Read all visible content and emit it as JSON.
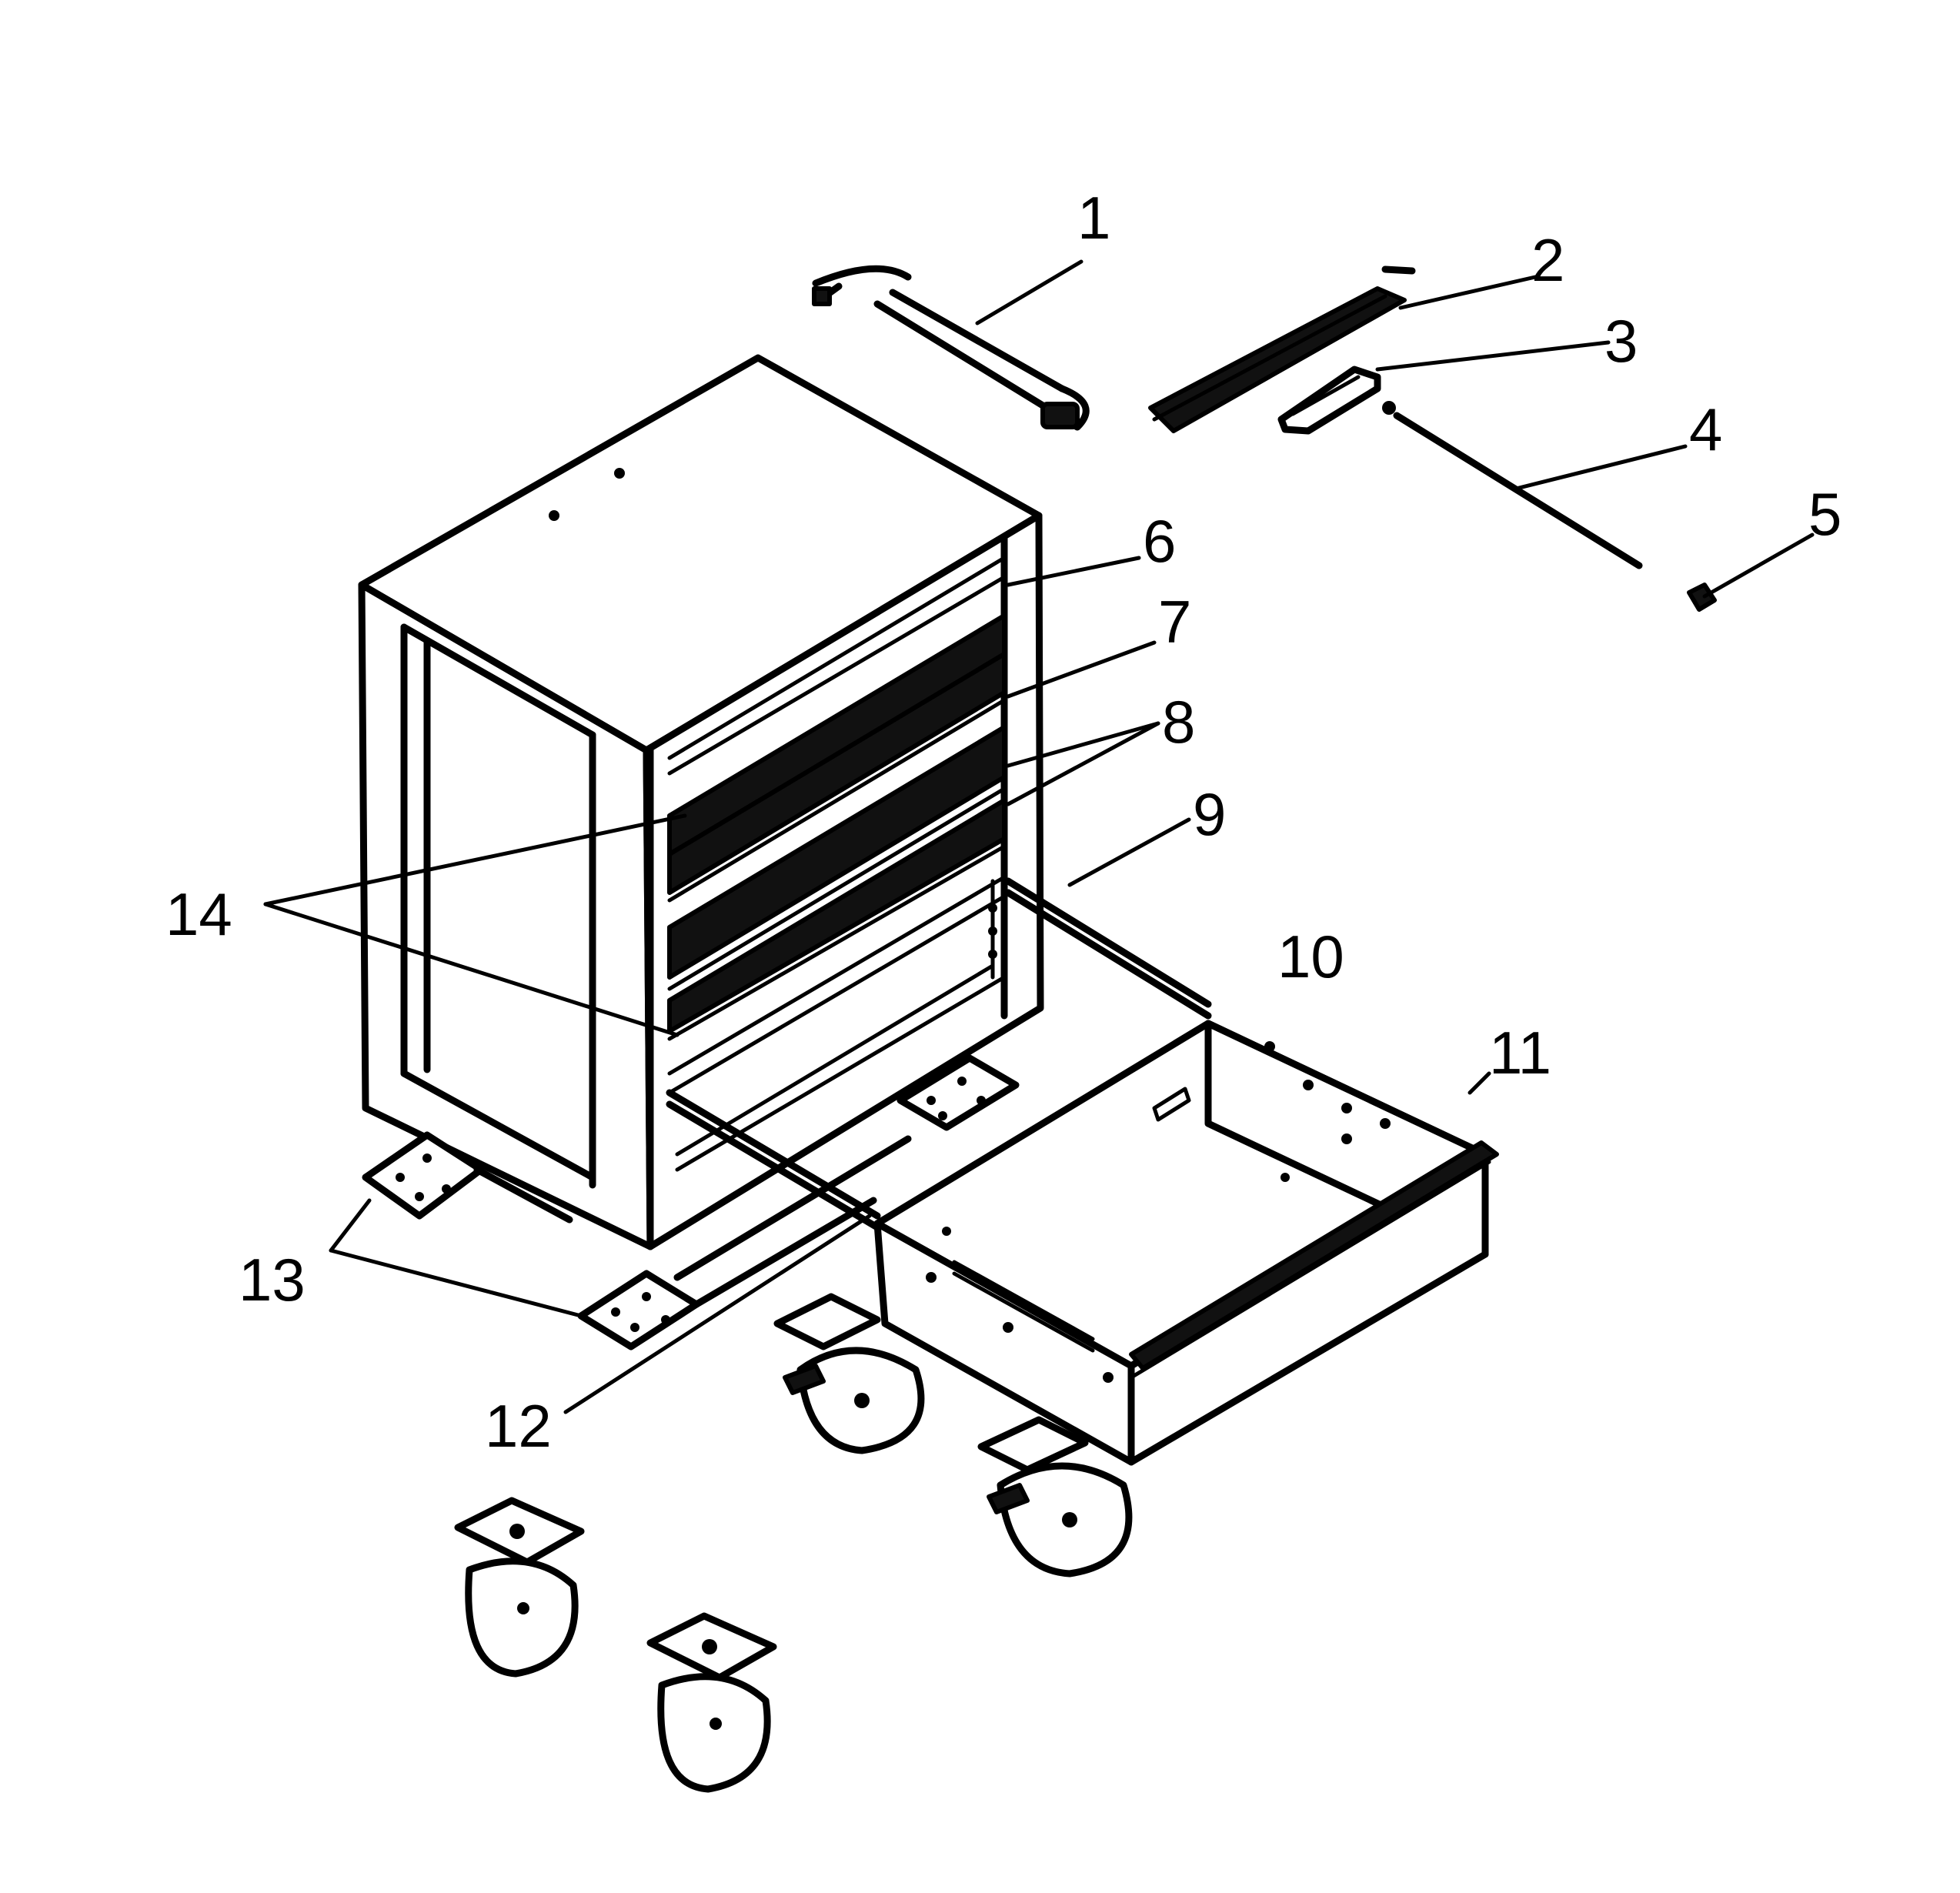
{
  "callouts": {
    "n1": "1",
    "n2": "2",
    "n3": "3",
    "n4": "4",
    "n5": "5",
    "n6": "6",
    "n7": "7",
    "n8": "8",
    "n9": "9",
    "n10": "10",
    "n11": "11",
    "n12": "12",
    "n13": "13",
    "n14": "14"
  }
}
